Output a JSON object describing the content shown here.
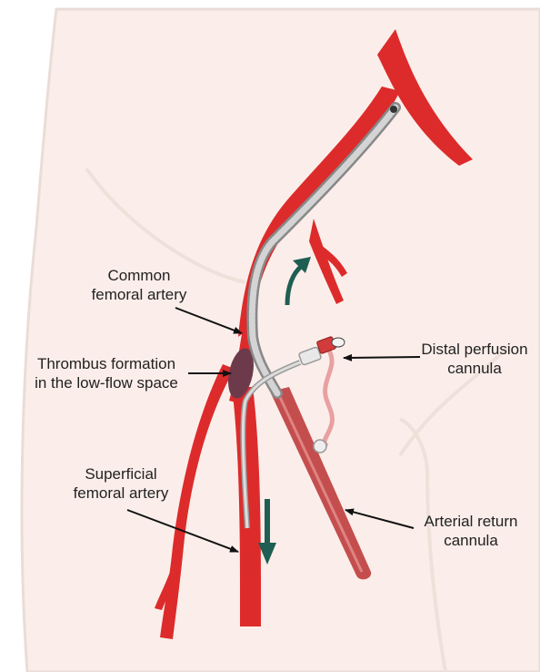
{
  "labels": {
    "common_femoral": [
      "Common",
      "femoral artery"
    ],
    "thrombus": [
      "Thrombus formation",
      "in the low-flow space"
    ],
    "superficial_femoral": [
      "Superficial",
      "femoral artery"
    ],
    "distal_perfusion": [
      "Distal perfusion",
      "cannula"
    ],
    "arterial_return": [
      "Arterial return",
      "cannula"
    ]
  },
  "colors": {
    "skin": "#fbeeea",
    "skin_outline": "#eadcd6",
    "artery": "#dd2b2b",
    "artery_dark": "#a81c1c",
    "return_cannula": "#c44e4e",
    "catheter": "#c8c8c8",
    "flow_arrow": "#1f5e52",
    "thrombus": "#6d3a4c",
    "leader_line": "#111111"
  }
}
